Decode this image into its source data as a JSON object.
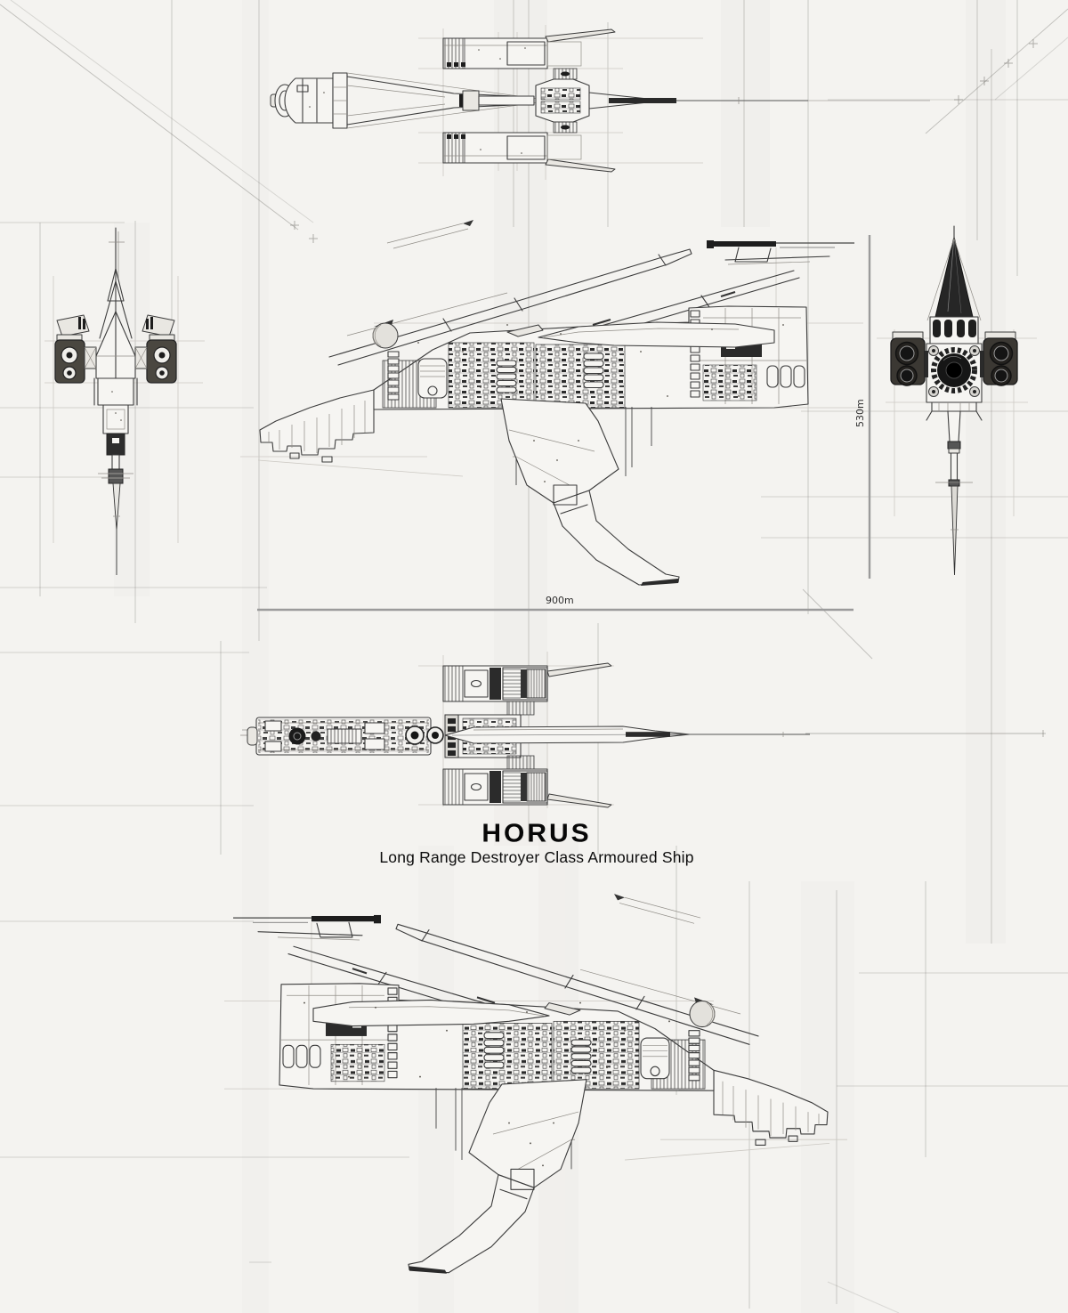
{
  "title_block": {
    "title": "HORUS",
    "subtitle": "Long Range Destroyer Class Armoured Ship"
  },
  "dimensions": {
    "length": "900m",
    "height": "530m"
  },
  "views": [
    {
      "name": "top-plan-view",
      "position": "top"
    },
    {
      "name": "front-elevation-view",
      "position": "middle-left"
    },
    {
      "name": "side-profile-view",
      "position": "middle-center"
    },
    {
      "name": "rear-elevation-view",
      "position": "middle-right"
    },
    {
      "name": "dorsal-plan-view",
      "position": "center-below-dimension"
    },
    {
      "name": "side-profile-mirrored-view",
      "position": "bottom"
    }
  ],
  "colors": {
    "paper": "#f4f3f0",
    "ink": "#3c3c3c",
    "ink_dark": "#1d1d1d",
    "dim_line": "#9b9b9b",
    "dim_text": "#2e2e2e",
    "title": "#070707"
  }
}
